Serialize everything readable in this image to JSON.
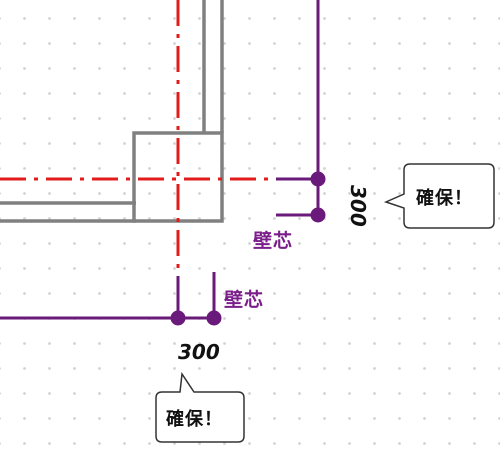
{
  "labels": {
    "dimension_vertical": "300",
    "dimension_horizontal": "300",
    "wall_core_right": "壁芯",
    "wall_core_bottom": "壁芯",
    "callout_right": "確保！",
    "callout_bottom": "確保！"
  },
  "colors": {
    "grid_line": "#e21b1b",
    "wall": "#808080",
    "dimension_line": "#6a1a7a",
    "dimension_dot": "#6a1a7a",
    "label_purple": "#7a1e8a",
    "text": "#111111"
  }
}
